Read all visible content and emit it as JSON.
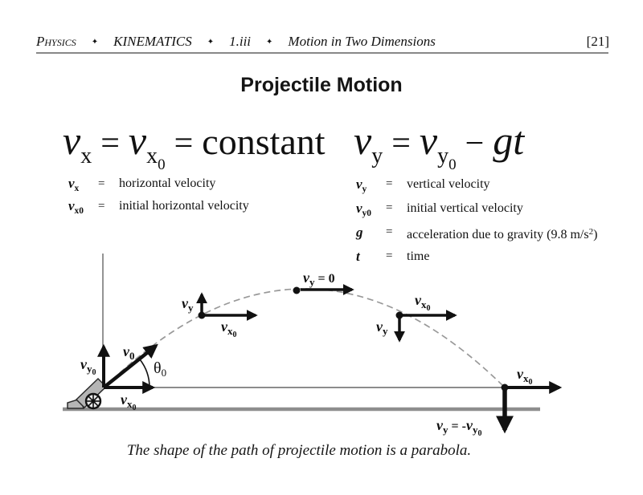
{
  "header": {
    "subject": "Physics",
    "separator": "✦",
    "course": "KINEMATICS",
    "section": "1.iii",
    "topic": "Motion in Two Dimensions",
    "page_ref": "[21]"
  },
  "title": "Projectile Motion",
  "equations": {
    "horizontal": {
      "v1": "v",
      "sub1": "x",
      "eq1": "=",
      "v2": "v",
      "sub2": "x",
      "subsub2": "0",
      "eq2": "=",
      "rhs": "constant"
    },
    "vertical": {
      "v1": "v",
      "sub1": "y",
      "eq1": "=",
      "v2": "v",
      "sub2": "y",
      "subsub2": "0",
      "minus": "−",
      "rhs": "gt"
    }
  },
  "definitions": {
    "left": [
      {
        "sym": "v",
        "sub": "x",
        "eq": "=",
        "text": "horizontal velocity"
      },
      {
        "sym": "v",
        "sub": "x0",
        "eq": "=",
        "text": "initial horizontal velocity"
      }
    ],
    "right": [
      {
        "sym": "v",
        "sub": "y",
        "eq": "=",
        "text": "vertical velocity"
      },
      {
        "sym": "v",
        "sub": "y0",
        "eq": "=",
        "text": "initial vertical velocity"
      },
      {
        "sym": "g",
        "sub": "",
        "eq": "=",
        "text": "acceleration due to gravity (9.8 m/s",
        "sup": "2",
        "after": ")"
      },
      {
        "sym": "t",
        "sub": "",
        "eq": "=",
        "text": "time"
      }
    ]
  },
  "diagram": {
    "labels": {
      "origin_vy0": {
        "m": "v",
        "s": "y",
        "ss": "0"
      },
      "origin_v0": {
        "m": "v",
        "s": "0"
      },
      "theta": {
        "m": "θ",
        "s": "0"
      },
      "origin_vx0": {
        "m": "v",
        "s": "x",
        "ss": "0"
      },
      "rise_vy": {
        "m": "v",
        "s": "y"
      },
      "rise_vx0": {
        "m": "v",
        "s": "x",
        "ss": "0"
      },
      "apex": {
        "m": "v",
        "s": "y",
        "rest": " = 0"
      },
      "fall_vx0": {
        "m": "v",
        "s": "x",
        "ss": "0"
      },
      "fall_vy": {
        "m": "v",
        "s": "y"
      },
      "land_vx0": {
        "m": "v",
        "s": "x",
        "ss": "0"
      },
      "land_eq": {
        "m": "v",
        "s": "y",
        "mid": " = -",
        "m2": "v",
        "s2": "y",
        "ss2": "0"
      }
    },
    "caption": "The shape of the path of projectile motion is a parabola."
  },
  "colors": {
    "ink": "#111111",
    "header_rule": "#888888",
    "ground": "#8e8e8e",
    "trajectory_dash": "#999999",
    "cannon_fill": "#b5b5b5"
  }
}
